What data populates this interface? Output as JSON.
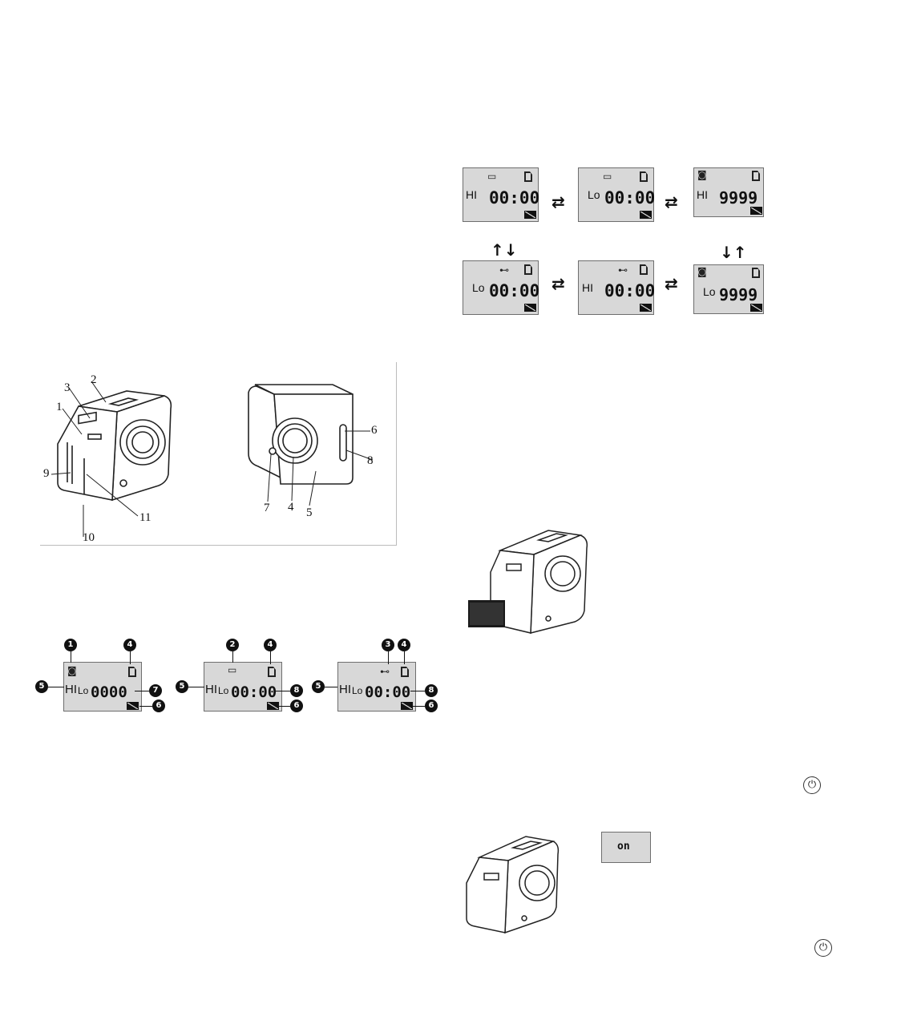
{
  "mode_flow": {
    "row1": [
      {
        "level": "HI",
        "time": "00:00",
        "mode_icon": "video-icon"
      },
      {
        "level": "Lo",
        "time": "00:00",
        "mode_icon": "video-icon"
      },
      {
        "level": "HI",
        "time": "9999",
        "mode_icon": "camera-icon"
      }
    ],
    "row2": [
      {
        "level": "Lo",
        "time": "00:00",
        "mode_icon": "car-icon"
      },
      {
        "level": "HI",
        "time": "00:00",
        "mode_icon": "car-icon"
      },
      {
        "level": "Lo",
        "time": "9999",
        "mode_icon": "camera-icon"
      }
    ],
    "arrow_horizontal": "⇄",
    "arrow_left_vertical": "↑↓",
    "arrow_right_vertical": "↓↑"
  },
  "camera_parts": {
    "left_labels": [
      "1",
      "2",
      "3",
      "9",
      "10",
      "11"
    ],
    "right_labels": [
      "4",
      "5",
      "6",
      "7",
      "8"
    ]
  },
  "lcd_legend": [
    {
      "callouts": [
        "1",
        "4",
        "5",
        "7",
        "6"
      ],
      "hi": "HI",
      "lo": "Lo",
      "value": "0000",
      "mode_icon": "camera-icon"
    },
    {
      "callouts": [
        "2",
        "4",
        "5",
        "8",
        "6"
      ],
      "hi": "HI",
      "lo": "Lo",
      "value": "00:00",
      "mode_icon": "video-icon"
    },
    {
      "callouts": [
        "3",
        "4",
        "5",
        "8",
        "6"
      ],
      "hi": "HI",
      "lo": "Lo",
      "value": "00:00",
      "mode_icon": "car-icon"
    }
  ],
  "power_on": {
    "display_text": "on",
    "power_icon": "power-icon"
  }
}
